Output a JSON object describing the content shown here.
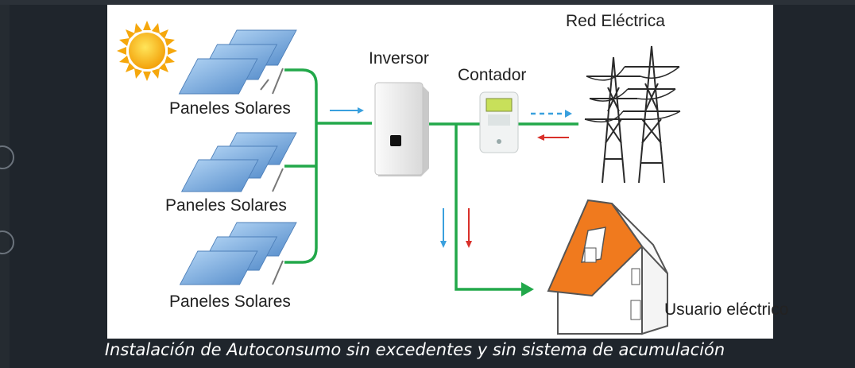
{
  "diagram": {
    "labels": {
      "panels_1": "Paneles Solares",
      "panels_2": "Paneles Solares",
      "panels_3": "Paneles Solares",
      "inverter": "Inversor",
      "meter": "Contador",
      "grid": "Red Eléctrica",
      "user": "Usuario eléctrico"
    },
    "caption": "Instalación de Autoconsumo sin excedentes y sin sistema de acumulación",
    "colors": {
      "wire": "#22a84a",
      "flow_generation": "#3aa0de",
      "flow_grid_import": "#d9302a",
      "roof": "#f07a1e",
      "sun": "#f6b20f",
      "panel": "#7aaee0"
    }
  }
}
